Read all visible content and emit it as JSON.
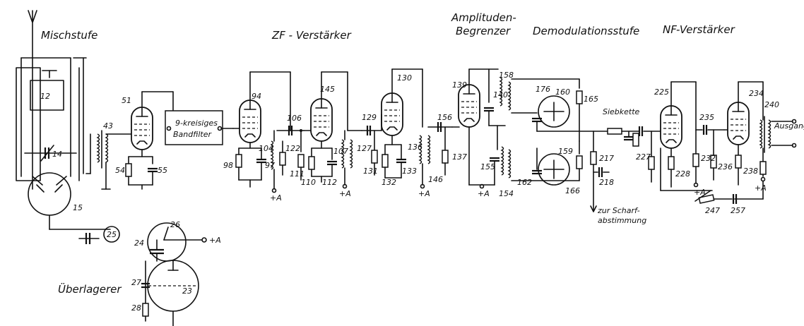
{
  "sections": {
    "mischstufe": "Mischstufe",
    "zf": "ZF - Verstärker",
    "amp1": "Amplituden-",
    "amp2": "Begrenzer",
    "demod": "Demodulationsstufe",
    "nf": "NF-Verstärker",
    "ueberlagerer": "Überlagerer"
  },
  "boxes": {
    "bandfilter_l1": "9-kreisiges",
    "bandfilter_l2": "Bandfilter"
  },
  "notes": {
    "siebkette": "Siebkette",
    "ausgang": "Ausgang",
    "scharf_l1": "zur Scharf-",
    "scharf_l2": "abstimmung",
    "plus_a": "+A"
  },
  "parts": [
    "12",
    "14",
    "15",
    "25",
    "26",
    "24",
    "27",
    "23",
    "28",
    "43",
    "51",
    "54",
    "55",
    "94",
    "98",
    "97",
    "104",
    "122",
    "106",
    "111",
    "110",
    "112",
    "107",
    "127",
    "145",
    "129",
    "130",
    "131",
    "132",
    "133",
    "136",
    "146",
    "137",
    "140",
    "139",
    "156",
    "155",
    "158",
    "176",
    "160",
    "165",
    "159",
    "162",
    "154",
    "166",
    "217",
    "218",
    "225",
    "227",
    "228",
    "235",
    "232",
    "236",
    "234",
    "238",
    "240",
    "247",
    "257"
  ]
}
